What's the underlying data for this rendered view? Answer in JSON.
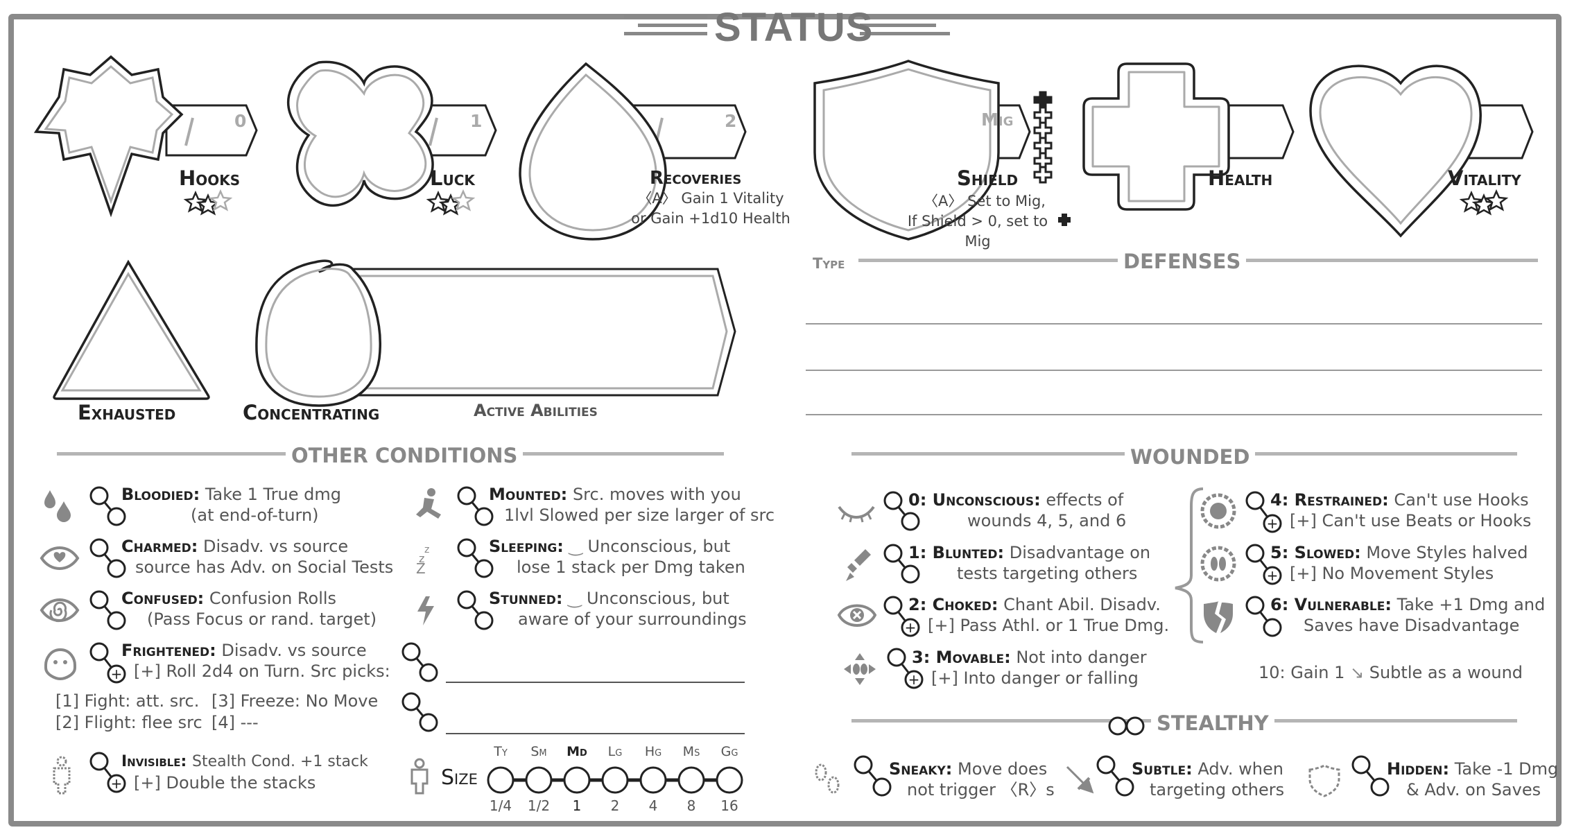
{
  "title": "STATUS",
  "trackers": {
    "hooks": {
      "label": "Hooks",
      "max": "0"
    },
    "luck": {
      "label": "Luck",
      "max": "1"
    },
    "recoveries": {
      "label": "Recoveries",
      "max": "2",
      "note1": "〈A〉 Gain 1 Vitality",
      "note2": "or Gain +1d10 Health"
    },
    "shield": {
      "label": "Shield",
      "max": "Mig",
      "note1": "〈A〉 Set to Mig,",
      "note2": "If Shield > 0, set to Mig"
    },
    "health": {
      "label": "Health"
    },
    "vitality": {
      "label": "Vitality"
    },
    "exhausted": {
      "label": "Exhausted"
    },
    "concentrating": {
      "label": "Concentrating"
    },
    "active_abilities": {
      "label": "Active Abilities"
    }
  },
  "defenses": {
    "type_label": "Type",
    "title": "DEFENSES"
  },
  "other_conditions": {
    "title": "OTHER  CONDITIONS",
    "left": [
      {
        "name": "Bloodied:",
        "desc": "Take 1 True dmg",
        "desc2": "(at end-of-turn)",
        "icon": "blood-drops-icon"
      },
      {
        "name": "Charmed:",
        "desc": "Disadv. vs source",
        "desc2": "source has Adv. on Social Tests",
        "icon": "heart-eye-icon"
      },
      {
        "name": "Confused:",
        "desc": "Confusion Rolls",
        "desc2": "(Pass Focus or rand. target)",
        "icon": "spiral-eye-icon"
      },
      {
        "name": "Frightened:",
        "desc": "Disadv. vs source",
        "desc2": "[+] Roll 2d4 on Turn. Src picks:",
        "icon": "ghost-icon"
      },
      {
        "name": "Invisible:",
        "desc": "Stealth Cond. +1 stack",
        "desc2": "[+] Double the stacks",
        "icon": "invisible-figure-icon"
      }
    ],
    "frightened_options": {
      "o1": "[1] Fight: att. src.",
      "o2": "[2] Flight: flee src",
      "o3": "[3] Freeze: No Move",
      "o4": "[4] ---"
    },
    "right": [
      {
        "name": "Mounted:",
        "desc": "Src. moves with you",
        "desc2": "1lvl Slowed per size larger of src",
        "icon": "rider-icon"
      },
      {
        "name": "Sleeping:",
        "desc": "Unconscious, but",
        "desc2": "lose 1 stack per Dmg taken",
        "icon": "zzz-icon"
      },
      {
        "name": "Stunned:",
        "desc": "Unconscious, but",
        "desc2": "aware of your surroundings",
        "icon": "lightning-icon"
      }
    ]
  },
  "size": {
    "label": "Size",
    "steps": [
      {
        "abbr": "Ty",
        "val": "1/4"
      },
      {
        "abbr": "Sm",
        "val": "1/2"
      },
      {
        "abbr": "Md",
        "val": "1"
      },
      {
        "abbr": "Lg",
        "val": "2"
      },
      {
        "abbr": "Hg",
        "val": "4"
      },
      {
        "abbr": "Ms",
        "val": "8"
      },
      {
        "abbr": "Gg",
        "val": "16"
      }
    ]
  },
  "wounded": {
    "title": "WOUNDED",
    "left": [
      {
        "name": "0: Unconscious:",
        "desc": "effects of",
        "desc2": "wounds 4, 5, and 6",
        "icon": "closed-eye-icon"
      },
      {
        "name": "1: Blunted:",
        "desc": "Disadvantage on",
        "desc2": "tests targeting others",
        "icon": "broken-sword-icon"
      },
      {
        "name": "2: Choked:",
        "desc": "Chant Abil. Disadv.",
        "desc2": "[+] Pass Athl. or 1 True Dmg.",
        "icon": "choked-mouth-icon"
      },
      {
        "name": "3: Movable:",
        "desc": "Not into danger",
        "desc2": "[+] Into danger or falling",
        "icon": "move-arrows-icon"
      }
    ],
    "right": [
      {
        "name": "4: Restrained:",
        "desc": "Can't use Hooks",
        "desc2": "[+] Can't use Beats or Hooks",
        "icon": "rope-fist-icon"
      },
      {
        "name": "5: Slowed:",
        "desc": "Move Styles halved",
        "desc2": "[+] No Movement Styles",
        "icon": "rope-feet-icon"
      },
      {
        "name": "6: Vulnerable:",
        "desc": "Take +1 Dmg and",
        "desc2": "Saves have Disadvantage",
        "icon": "broken-shield-icon"
      }
    ],
    "ten_a": "10: Gain 1",
    "ten_b": "Subtle as a wound"
  },
  "stealthy": {
    "title": "STEALTHY",
    "items": [
      {
        "name": "Sneaky:",
        "desc": "Move does",
        "desc2": "not trigger 〈R〉s",
        "icon": "footprints-icon"
      },
      {
        "name": "Subtle:",
        "desc": "Adv. when",
        "desc2": "targeting others",
        "icon": "dagger-icon"
      },
      {
        "name": "Hidden:",
        "desc": "Take -1 Dmg",
        "desc2": "& Adv. on Saves",
        "icon": "dashed-shield-icon"
      }
    ]
  }
}
